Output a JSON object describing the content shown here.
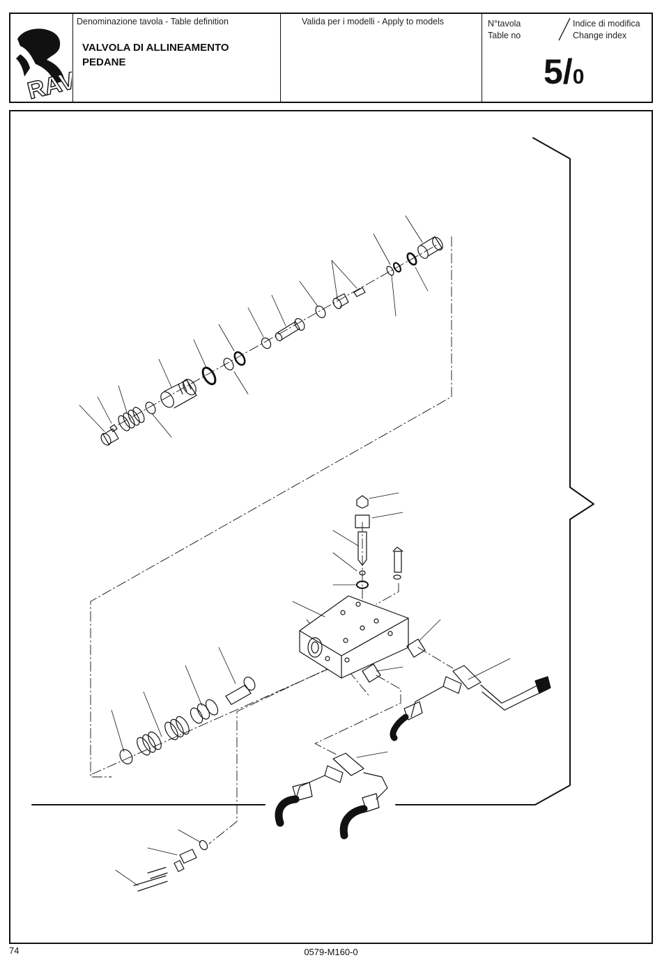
{
  "header": {
    "logo_text": "RAV",
    "definition_label": "Denominazione tavola - Table definition",
    "title_line1": "VALVOLA DI ALLINEAMENTO",
    "title_line2": "PEDANE",
    "models_label": "Valida per i modelli - Apply to models",
    "table_no_it": "N°tavola",
    "table_no_en": "Table no",
    "change_index_it": "Indice di modifica",
    "change_index_en": "Change index",
    "sheet_number": "5/",
    "change_index_value": "0"
  },
  "footer": {
    "page_number": "74",
    "document_code": "0579-M160-0"
  },
  "colors": {
    "ink": "#111111",
    "paper": "#ffffff"
  }
}
